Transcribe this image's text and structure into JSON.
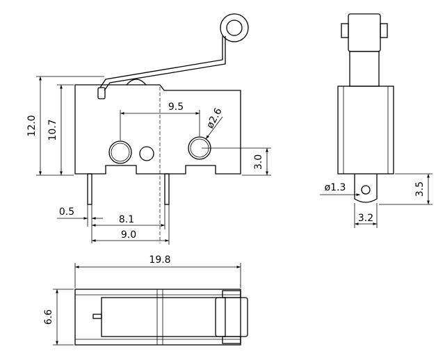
{
  "dimensions": {
    "overall_height": "12.0",
    "body_height": "10.7",
    "terminal_spacing": "9.5",
    "hole_diameter": "ø2.6",
    "hole_height": "3.0",
    "pin_width": "0.5",
    "pin_offset_1": "8.1",
    "pin_offset_2": "9.0",
    "side_hole_diameter": "ø1.3",
    "terminal_length": "3.5",
    "side_width": "3.2",
    "overall_length": "19.8",
    "body_thickness": "6.6"
  }
}
